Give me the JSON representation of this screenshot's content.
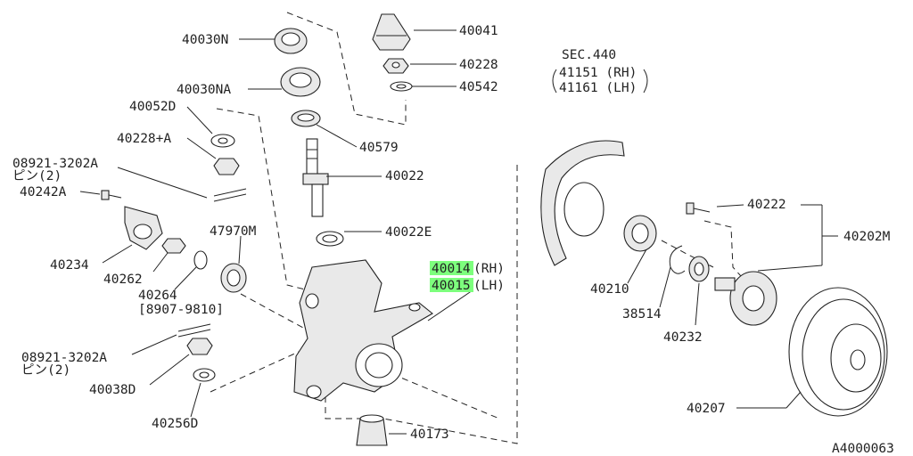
{
  "labels": {
    "p40030n": "40030N",
    "p40041": "40041",
    "p40228_top": "40228",
    "p40030na": "40030NA",
    "p40542": "40542",
    "p40052d": "40052D",
    "p40579": "40579",
    "p40228a": "40228+A",
    "p08921_top": "08921-3202A",
    "pin2_top": "ピン(2)",
    "p40022": "40022",
    "p40242a": "40242A",
    "p47970m": "47970M",
    "p40022e": "40022E",
    "p40234": "40234",
    "p40262": "40262",
    "p40264": "40264",
    "p_bracket": "[8907-9810]",
    "p40014": "40014",
    "p40014_side": "(RH)",
    "p40015": "40015",
    "p40015_side": "(LH)",
    "p08921_bot": "08921-3202A",
    "pin2_bot": "ピン(2)",
    "p40038d": "40038D",
    "p40256d": "40256D",
    "p40173": "40173",
    "sec440": "SEC.440",
    "p41151": "41151 (RH)",
    "p41161": "41161 (LH)",
    "p40222": "40222",
    "p40202m": "40202M",
    "p40210": "40210",
    "p38514": "38514",
    "p40232": "40232",
    "p40207": "40207",
    "code": "A4000063"
  },
  "colors": {
    "line": "#222222",
    "highlight": "#7dff7d",
    "background": "#ffffff"
  }
}
